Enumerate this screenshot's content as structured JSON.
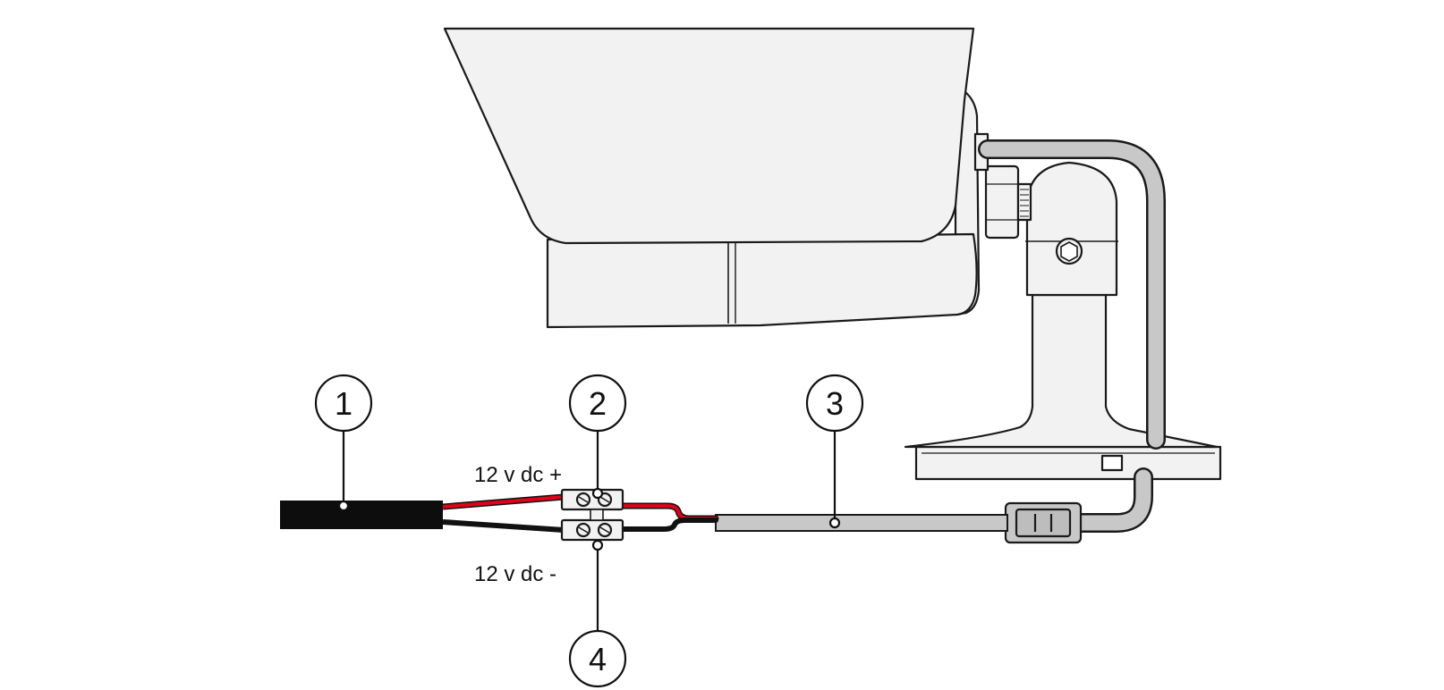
{
  "callouts": {
    "c1": "1",
    "c2": "2",
    "c3": "3",
    "c4": "4"
  },
  "labels": {
    "positive": "12 v dc +",
    "negative": "12 v dc -"
  },
  "colors": {
    "outline": "#1a1a1a",
    "housing_fill": "#f2f2f2",
    "cable_gray": "#c8c8c8",
    "wire_red": "#e0001b",
    "wire_black": "#111111",
    "power_cable": "#0d0d0d"
  }
}
